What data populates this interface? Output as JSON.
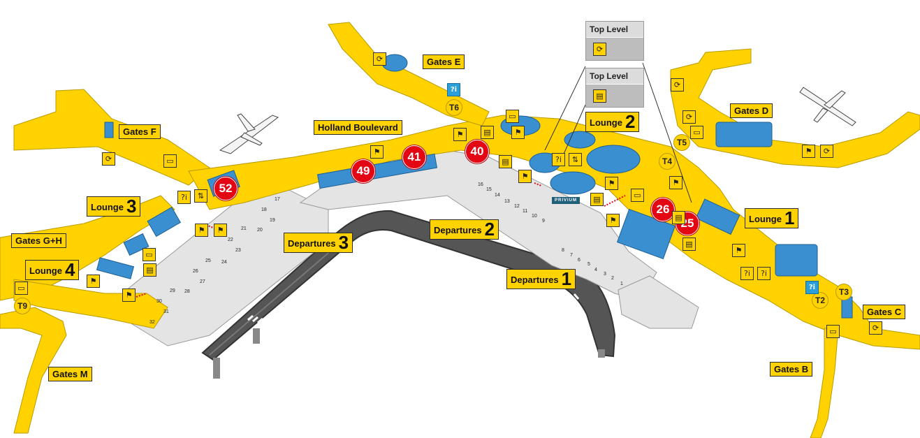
{
  "colors": {
    "walkway": "#FFD200",
    "building": "#3a8fd0",
    "hall": "#e2e2e2",
    "road": "#555555",
    "marker": "#E30613"
  },
  "labels": {
    "gates_e": "Gates E",
    "gates_f": "Gates F",
    "gates_d": "Gates D",
    "gates_gh": "Gates G+H",
    "gates_m": "Gates M",
    "gates_c": "Gates C",
    "gates_b": "Gates B",
    "holland": "Holland Boulevard",
    "lounge1": "Lounge",
    "lounge1_num": "1",
    "lounge2": "Lounge",
    "lounge2_num": "2",
    "lounge3": "Lounge",
    "lounge3_num": "3",
    "lounge4": "Lounge",
    "lounge4_num": "4",
    "dep1": "Departures",
    "dep1_num": "1",
    "dep2": "Departures",
    "dep2_num": "2",
    "dep3": "Departures",
    "dep3_num": "3"
  },
  "markers": {
    "m41": "41",
    "m40": "40",
    "m49": "49",
    "m52": "52",
    "m26": "26",
    "m25": "25"
  },
  "transfers": {
    "t6": "T6",
    "t5": "T5",
    "t4": "T4",
    "t3": "T3",
    "t2": "T2",
    "t9": "T9"
  },
  "top_level": {
    "a": "Top Level",
    "b": "Top Level"
  },
  "privium": "PRIVIUM",
  "icons": [
    "info-icon",
    "lounge-icon",
    "security-icon",
    "baggage-icon",
    "transfer-icon",
    "tax-free-icon",
    "elevator-icon"
  ],
  "gate_numbers": [
    "1",
    "2",
    "3",
    "4",
    "5",
    "6",
    "7",
    "8",
    "9",
    "10",
    "11",
    "12",
    "13",
    "14",
    "15",
    "16",
    "17",
    "18",
    "19",
    "20",
    "21",
    "22",
    "23",
    "24",
    "25",
    "26",
    "27",
    "28",
    "29",
    "30",
    "31",
    "32"
  ],
  "info_symbol": "?i"
}
